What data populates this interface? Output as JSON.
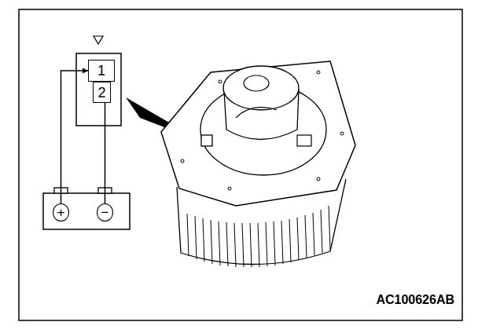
{
  "diagram": {
    "nodes": [
      {
        "text": [
          "1"
        ]
      },
      {
        "text": [
          "2"
        ]
      },
      {
        "text": [
          "+"
        ]
      },
      {
        "text": [
          "−"
        ]
      }
    ],
    "edges": [
      {
        "from": 2,
        "to": 0,
        "arrow": "to"
      },
      {
        "from": 3,
        "to": 1,
        "arrow": "to"
      }
    ],
    "labels": [
      "AC100626AB"
    ]
  }
}
